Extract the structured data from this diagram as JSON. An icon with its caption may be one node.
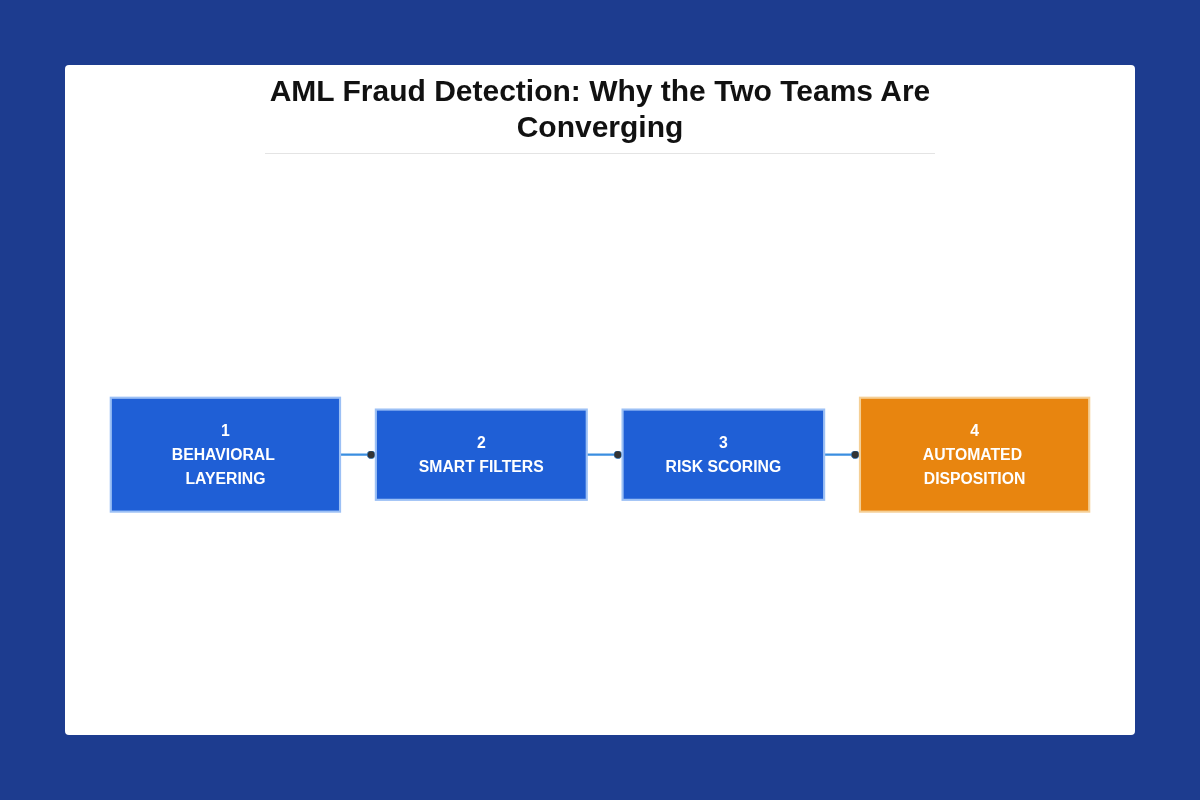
{
  "diagram": {
    "title": "AML Fraud Detection: Why the Two Teams Are Converging",
    "nodes": [
      {
        "text": [
          "1",
          "BEHAVIORAL LAYERING"
        ]
      },
      {
        "text": [
          "2",
          "SMART FILTERS"
        ]
      },
      {
        "text": [
          "3",
          "RISK SCORING"
        ]
      },
      {
        "text": [
          "4",
          "AUTOMATED DISPOSITION"
        ]
      }
    ],
    "edges": [
      {
        "from": 0,
        "to": 1,
        "arrow": "other"
      },
      {
        "from": 1,
        "to": 2,
        "arrow": "other"
      },
      {
        "from": 2,
        "to": 3,
        "arrow": "other"
      }
    ]
  }
}
